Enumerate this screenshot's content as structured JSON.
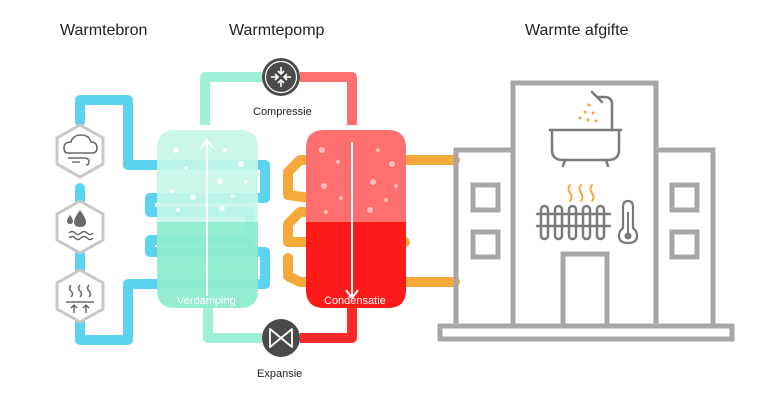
{
  "headings": {
    "source": "Warmtebron",
    "pump": "Warmtepomp",
    "delivery": "Warmte afgifte"
  },
  "components": {
    "compressor": "Compressie",
    "expansion": "Expansie",
    "evaporator": "Verdamping",
    "condenser": "Condensatie"
  },
  "icons": {
    "source_air": "cloud-wind-icon",
    "source_water": "water-drops-waves-icon",
    "source_ground": "ground-heat-icon",
    "compressor": "compressor-arrows-icon",
    "expansion": "expansion-valve-icon",
    "bath": "bathtub-shower-icon",
    "heating": "radiator-heat-icon",
    "thermometer": "thermometer-icon"
  },
  "colors": {
    "source_loop": "#5bd3ef",
    "evaporator": "#9ff0d8",
    "evaporator_dark": "#7fe6c6",
    "condenser": "#ff6f6f",
    "condenser_dark": "#ff2a2a",
    "delivery_loop": "#f6a93b",
    "building": "#a7a7a7",
    "hexagon": "#c8c8c8",
    "node": "#4a4a4a"
  }
}
